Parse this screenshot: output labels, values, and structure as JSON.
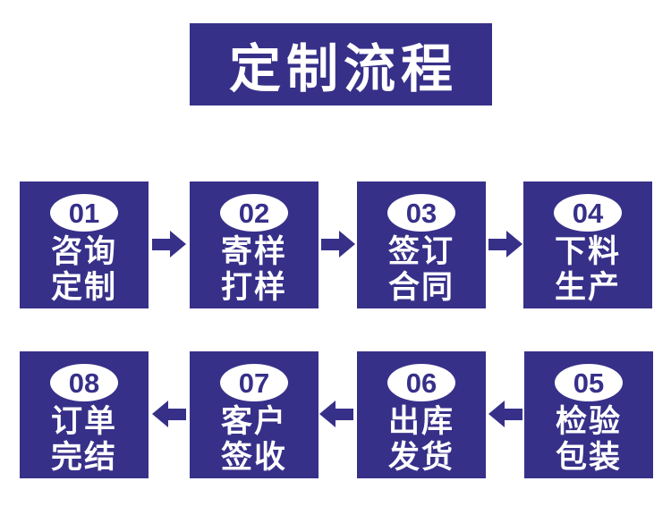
{
  "colors": {
    "primary": "#373089",
    "on_primary": "#ffffff",
    "page_bg": "#ffffff"
  },
  "header": {
    "title": "定制流程"
  },
  "flow": {
    "rows": [
      {
        "name": "top-row",
        "arrow_direction": "right",
        "arrow_icon": "arrow-right",
        "steps": [
          {
            "number": "01",
            "lines": [
              "咨询",
              "定制"
            ]
          },
          {
            "number": "02",
            "lines": [
              "寄样",
              "打样"
            ]
          },
          {
            "number": "03",
            "lines": [
              "签订",
              "合同"
            ]
          },
          {
            "number": "04",
            "lines": [
              "下料",
              "生产"
            ]
          }
        ]
      },
      {
        "name": "bottom-row",
        "arrow_direction": "left",
        "arrow_icon": "arrow-left",
        "steps": [
          {
            "number": "08",
            "lines": [
              "订单",
              "完结"
            ]
          },
          {
            "number": "07",
            "lines": [
              "客户",
              "签收"
            ]
          },
          {
            "number": "06",
            "lines": [
              "出库",
              "发货"
            ]
          },
          {
            "number": "05",
            "lines": [
              "检验",
              "包装"
            ]
          }
        ]
      }
    ]
  }
}
